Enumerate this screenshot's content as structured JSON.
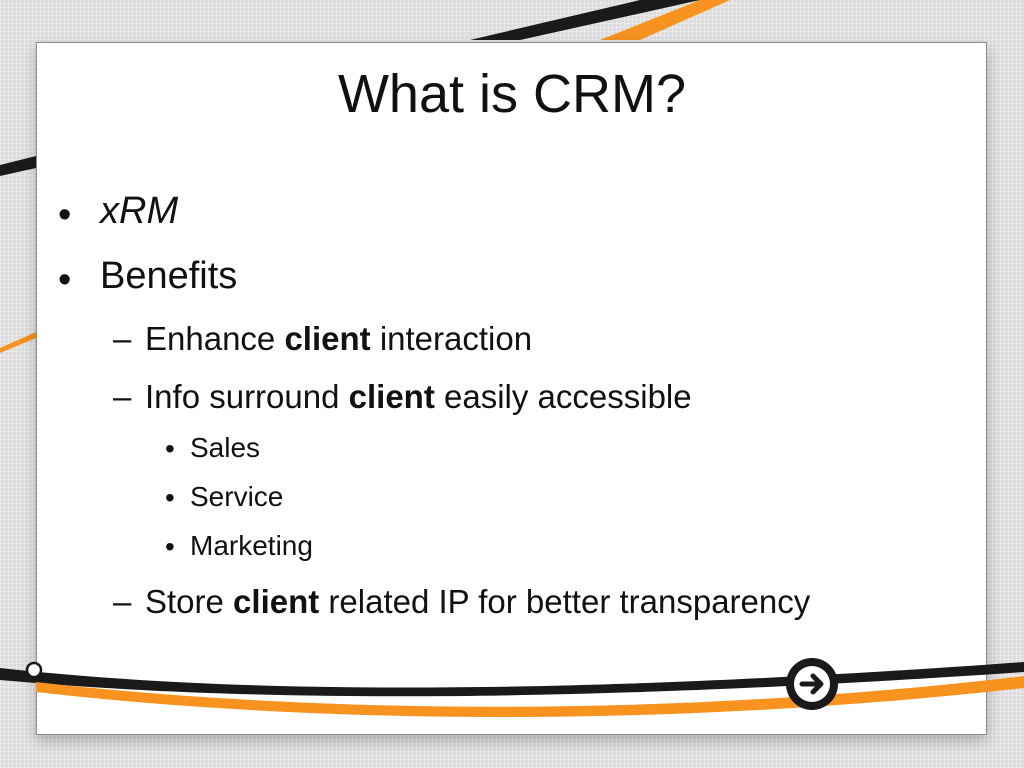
{
  "slide": {
    "title": "What is CRM?",
    "bullet_char": "•",
    "dash_char": "–",
    "items": [
      {
        "level": 1,
        "text": "xRM"
      },
      {
        "level": 1,
        "text": "Benefits"
      },
      {
        "level": 2,
        "pre": "Enhance ",
        "bold": "client",
        "post": " interaction"
      },
      {
        "level": 2,
        "pre": "Info surround ",
        "bold": "client",
        "post": " easily accessible"
      },
      {
        "level": 3,
        "text": "Sales"
      },
      {
        "level": 3,
        "text": "Service"
      },
      {
        "level": 3,
        "text": "Marketing"
      },
      {
        "level": 2,
        "pre": "Store ",
        "bold": "client",
        "post": " related IP for better transparency"
      }
    ]
  },
  "theme": {
    "accent_orange": "#f7931e",
    "accent_dark": "#1a1a1a"
  },
  "icons": {
    "next": "arrow-right-circle-icon"
  }
}
